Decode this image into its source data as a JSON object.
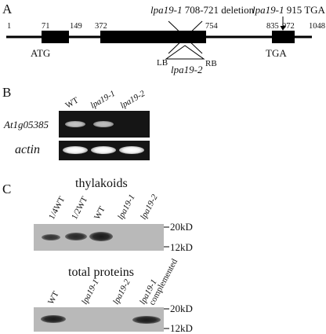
{
  "panels": {
    "a": "A",
    "b": "B",
    "c": "C"
  },
  "gene_model": {
    "positions": [
      "1",
      "71",
      "149",
      "372",
      "754",
      "835",
      "972",
      "1048"
    ],
    "start_codon": "ATG",
    "stop_codon": "TGA",
    "deletion": {
      "allele": "lpa19-1",
      "text": "708-721 deletion"
    },
    "point_mutation": {
      "allele": "lpa19-1",
      "text": "915 TGA"
    },
    "insertion": {
      "allele": "lpa19-2",
      "left_border": "LB",
      "right_border": "RB"
    }
  },
  "rt_pcr": {
    "lanes": [
      "WT",
      "lpa19-1",
      "lpa19-2"
    ],
    "gene_label": "At1g05385",
    "control_label": "actin"
  },
  "western_thylakoids": {
    "title": "thylakoids",
    "lanes": [
      "1/4WT",
      "1/2WT",
      "WT",
      "lpa19-1",
      "lpa19-2"
    ],
    "markers": [
      "20kD",
      "12kD"
    ]
  },
  "western_total": {
    "title": "total proteins",
    "lanes": [
      "WT",
      "lpa19-1",
      "lpa19-2",
      "lpa19-1",
      "complemented"
    ],
    "markers": [
      "20kD",
      "12kD"
    ]
  }
}
